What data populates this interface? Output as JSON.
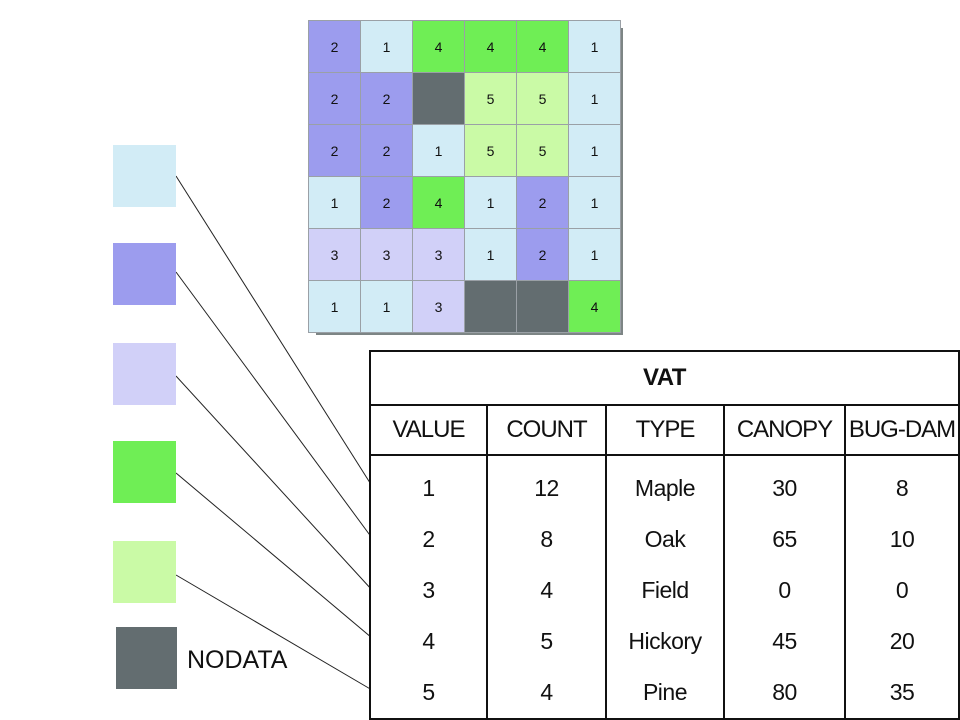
{
  "palette": {
    "1": "#d2ecf6",
    "2": "#9c9cee",
    "3": "#d1d0f8",
    "4": "#6fee55",
    "5": "#cafaa6",
    "nodata": "#636d70"
  },
  "raster": [
    [
      "2",
      "1",
      "4",
      "4",
      "4",
      "1"
    ],
    [
      "2",
      "2",
      "",
      "5",
      "5",
      "1"
    ],
    [
      "2",
      "2",
      "1",
      "5",
      "5",
      "1"
    ],
    [
      "1",
      "2",
      "4",
      "1",
      "2",
      "1"
    ],
    [
      "3",
      "3",
      "3",
      "1",
      "2",
      "1"
    ],
    [
      "1",
      "1",
      "3",
      "",
      "",
      "4"
    ]
  ],
  "legend": {
    "nodata_label": "NODATA"
  },
  "vat": {
    "title": "VAT",
    "columns": [
      "VALUE",
      "COUNT",
      "TYPE",
      "CANOPY",
      "BUG-DAM"
    ],
    "rows": [
      [
        "1",
        "12",
        "Maple",
        "30",
        "8"
      ],
      [
        "2",
        "8",
        "Oak",
        "65",
        "10"
      ],
      [
        "3",
        "4",
        "Field",
        "0",
        "0"
      ],
      [
        "4",
        "5",
        "Hickory",
        "45",
        "20"
      ],
      [
        "5",
        "4",
        "Pine",
        "80",
        "35"
      ]
    ]
  }
}
